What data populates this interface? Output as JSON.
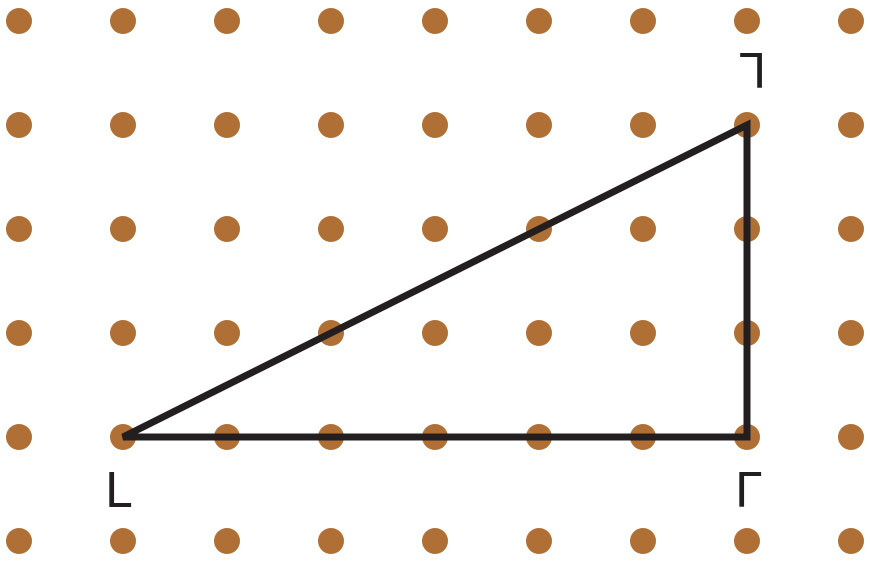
{
  "grid": {
    "columns": 9,
    "rows": 6,
    "dot_color": "#b06f35"
  },
  "triangle": {
    "stroke_color": "#231f20",
    "vertices": [
      {
        "label": "ᒪ",
        "col": 1,
        "row": 4
      },
      {
        "label": "ᒥ",
        "col": 7,
        "row": 4
      },
      {
        "label": "ᒣ",
        "col": 7,
        "row": 1
      }
    ]
  }
}
